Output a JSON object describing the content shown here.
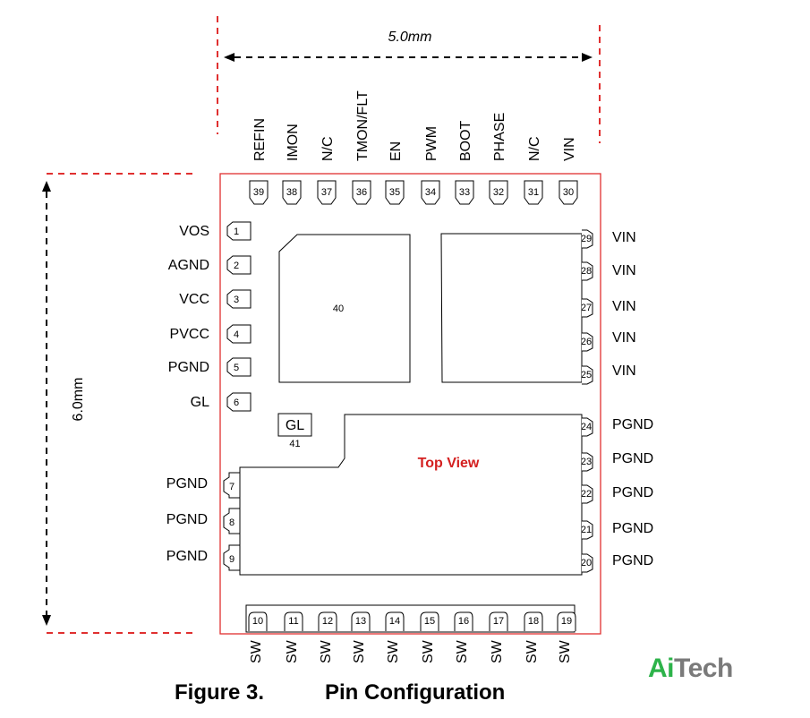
{
  "dimensions": {
    "width": "5.0mm",
    "height": "6.0mm"
  },
  "view_label": "Top View",
  "exposed_pads": {
    "large": "40",
    "gl_pad_label": "GL",
    "gl_pad_number": "41"
  },
  "pins_top": [
    {
      "n": "39",
      "name": "REFIN"
    },
    {
      "n": "38",
      "name": "IMON"
    },
    {
      "n": "37",
      "name": "N/C"
    },
    {
      "n": "36",
      "name": "TMON/FLT"
    },
    {
      "n": "35",
      "name": "EN"
    },
    {
      "n": "34",
      "name": "PWM"
    },
    {
      "n": "33",
      "name": "BOOT"
    },
    {
      "n": "32",
      "name": "PHASE"
    },
    {
      "n": "31",
      "name": "N/C"
    },
    {
      "n": "30",
      "name": "VIN"
    }
  ],
  "pins_left": [
    {
      "n": "1",
      "name": "VOS"
    },
    {
      "n": "2",
      "name": "AGND"
    },
    {
      "n": "3",
      "name": "VCC"
    },
    {
      "n": "4",
      "name": "PVCC"
    },
    {
      "n": "5",
      "name": "PGND"
    },
    {
      "n": "6",
      "name": "GL"
    },
    {
      "n": "7",
      "name": "PGND"
    },
    {
      "n": "8",
      "name": "PGND"
    },
    {
      "n": "9",
      "name": "PGND"
    }
  ],
  "pins_right": [
    {
      "n": "29",
      "name": "VIN"
    },
    {
      "n": "28",
      "name": "VIN"
    },
    {
      "n": "27",
      "name": "VIN"
    },
    {
      "n": "26",
      "name": "VIN"
    },
    {
      "n": "25",
      "name": "VIN"
    },
    {
      "n": "24",
      "name": "PGND"
    },
    {
      "n": "23",
      "name": "PGND"
    },
    {
      "n": "22",
      "name": "PGND"
    },
    {
      "n": "21",
      "name": "PGND"
    },
    {
      "n": "20",
      "name": "PGND"
    }
  ],
  "pins_bottom": [
    {
      "n": "10",
      "name": "SW"
    },
    {
      "n": "11",
      "name": "SW"
    },
    {
      "n": "12",
      "name": "SW"
    },
    {
      "n": "13",
      "name": "SW"
    },
    {
      "n": "14",
      "name": "SW"
    },
    {
      "n": "15",
      "name": "SW"
    },
    {
      "n": "16",
      "name": "SW"
    },
    {
      "n": "17",
      "name": "SW"
    },
    {
      "n": "18",
      "name": "SW"
    },
    {
      "n": "19",
      "name": "SW"
    }
  ],
  "caption": {
    "figure": "Figure 3.",
    "title": "Pin Configuration"
  },
  "logo": {
    "part1": "Ai",
    "part2": "Tech"
  },
  "colors": {
    "outline": "#e03030",
    "view_label": "#d42020",
    "logo_ai": "#2db34a",
    "logo_tech": "#7a7a7a"
  }
}
